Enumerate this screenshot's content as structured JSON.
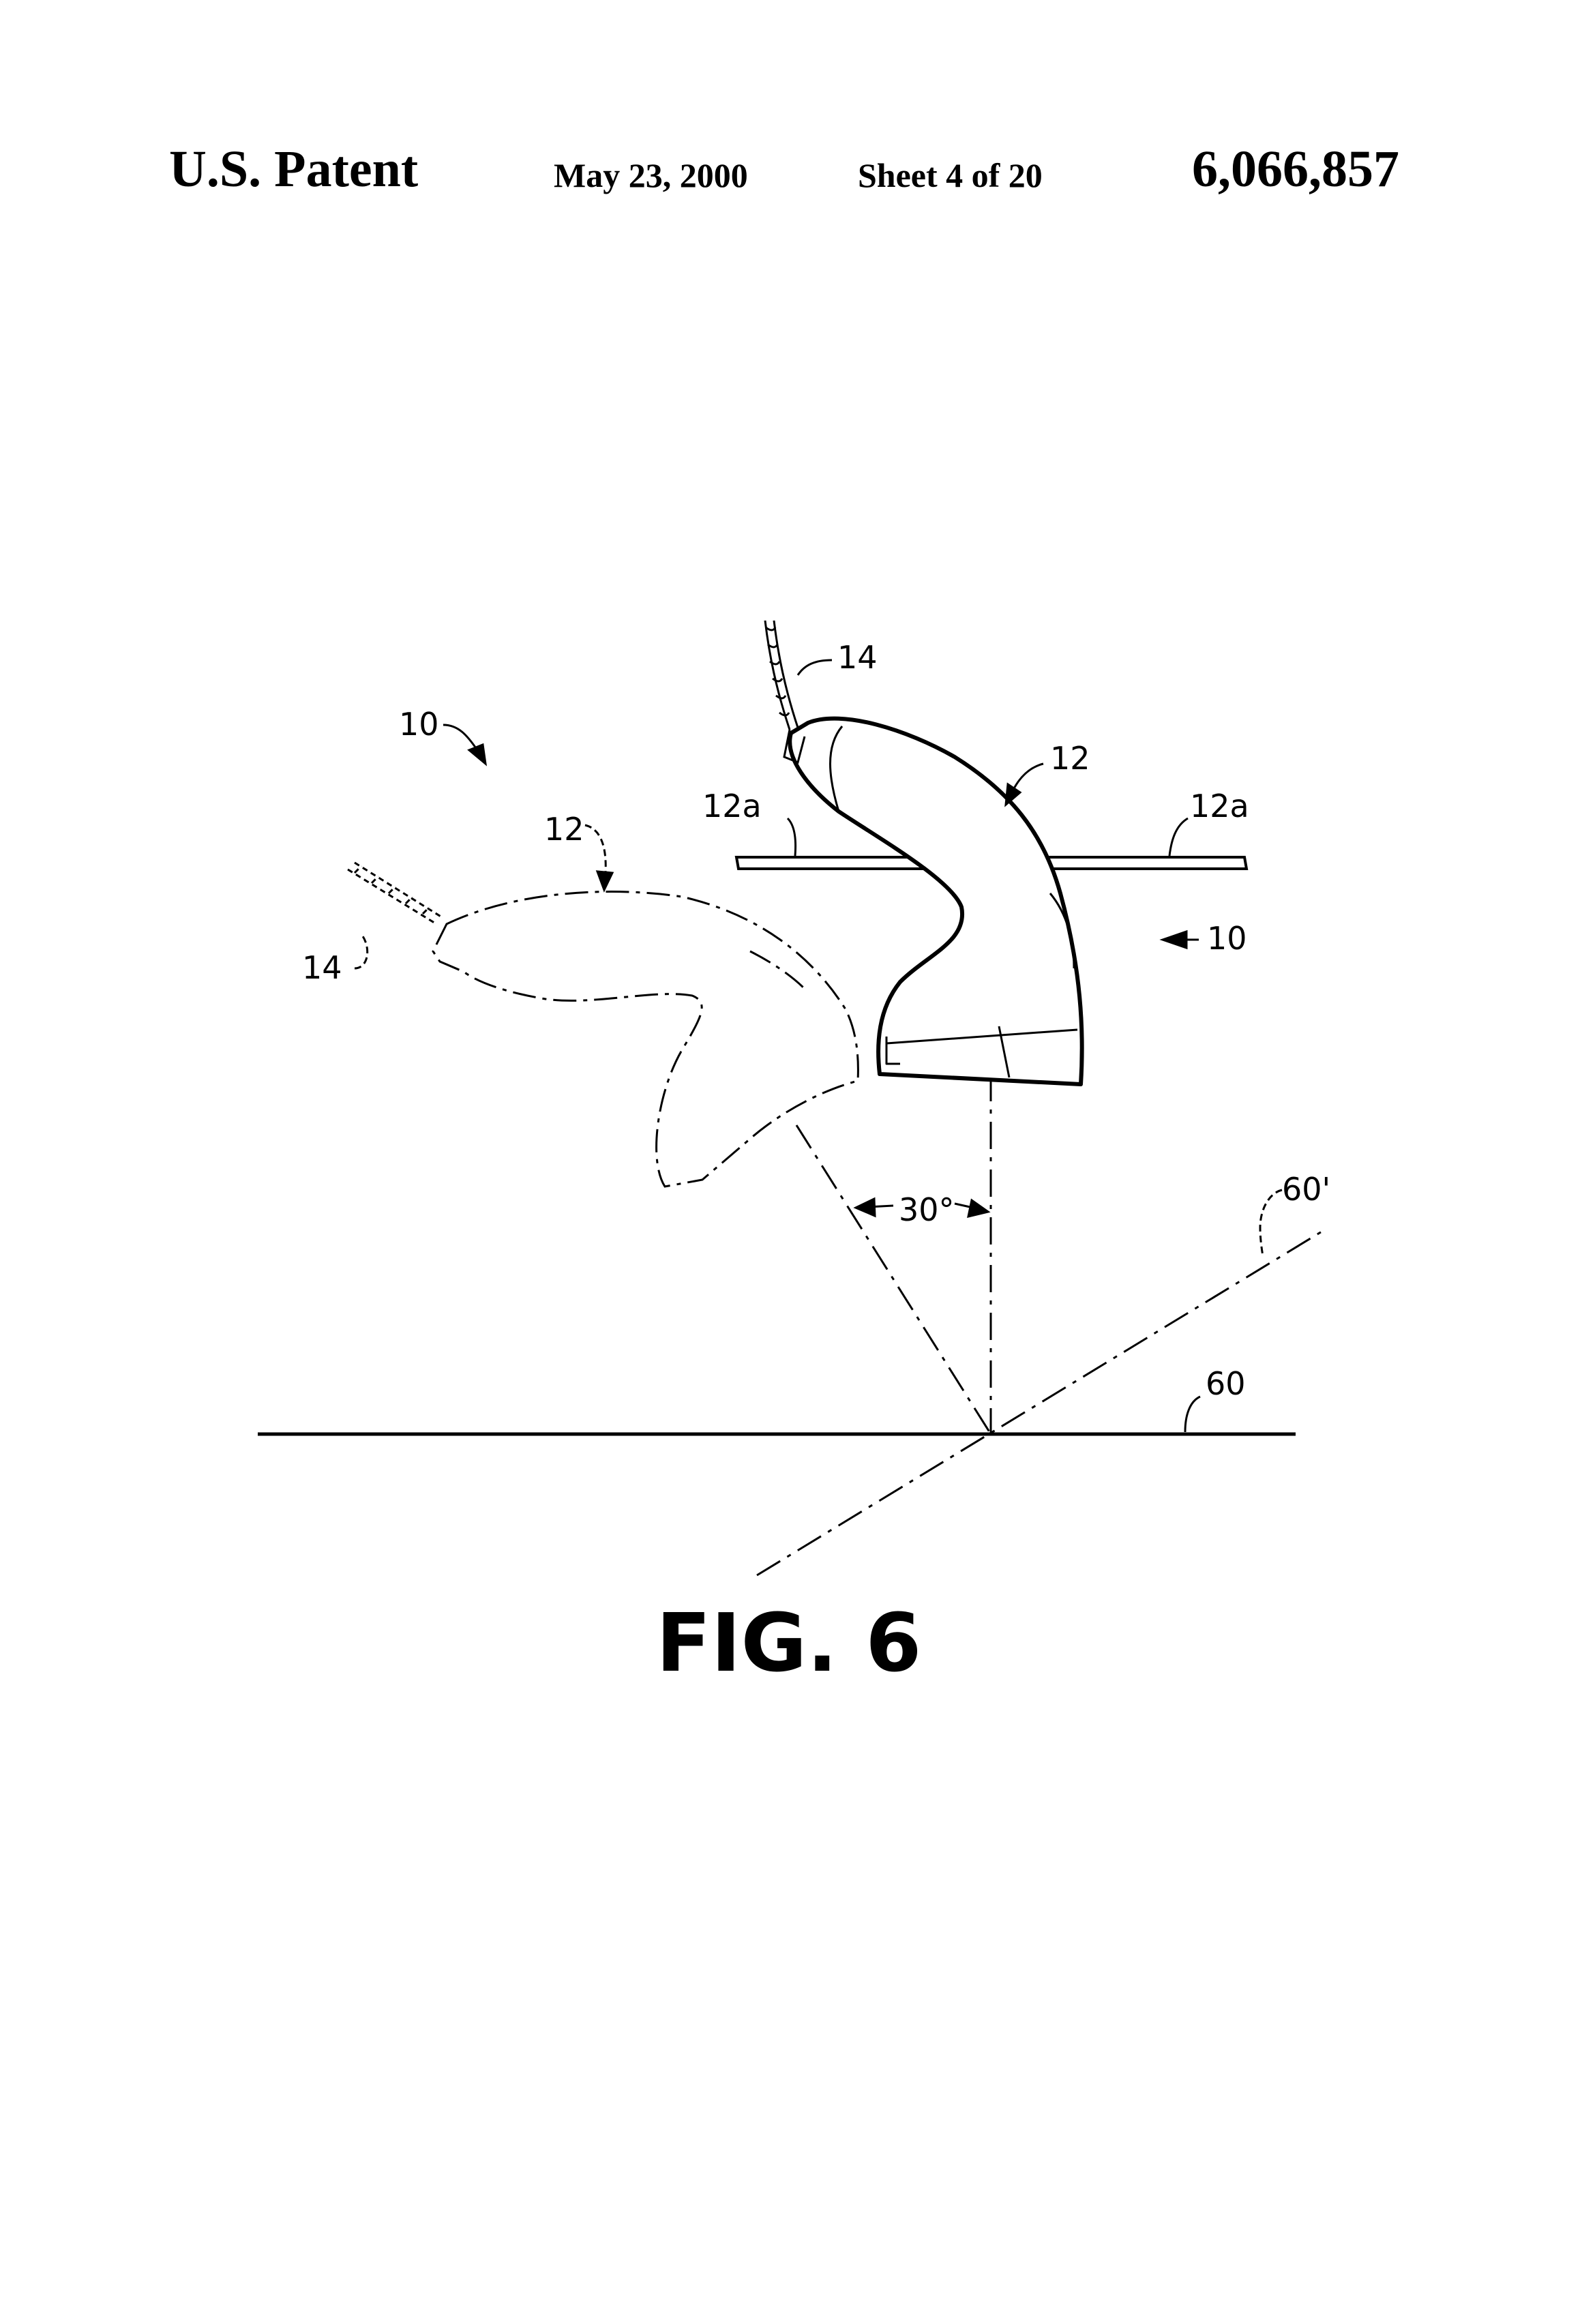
{
  "header": {
    "publisher": "U.S. Patent",
    "date": "May 23, 2000",
    "sheet": "Sheet 4 of 20",
    "patent_number": "6,066,857"
  },
  "figure": {
    "caption": "FIG. 6",
    "angle_label": "30°",
    "labels": {
      "device_ref_left": "10",
      "device_ref_right": "10",
      "body_ref_upper": "12",
      "body_ref_phantom": "12",
      "flange_ref_left": "12a",
      "flange_ref_right": "12a",
      "cable_ref_upper": "14",
      "cable_ref_phantom": "14",
      "surface_ref": "60",
      "surface_ref_rotated": "60'"
    }
  }
}
